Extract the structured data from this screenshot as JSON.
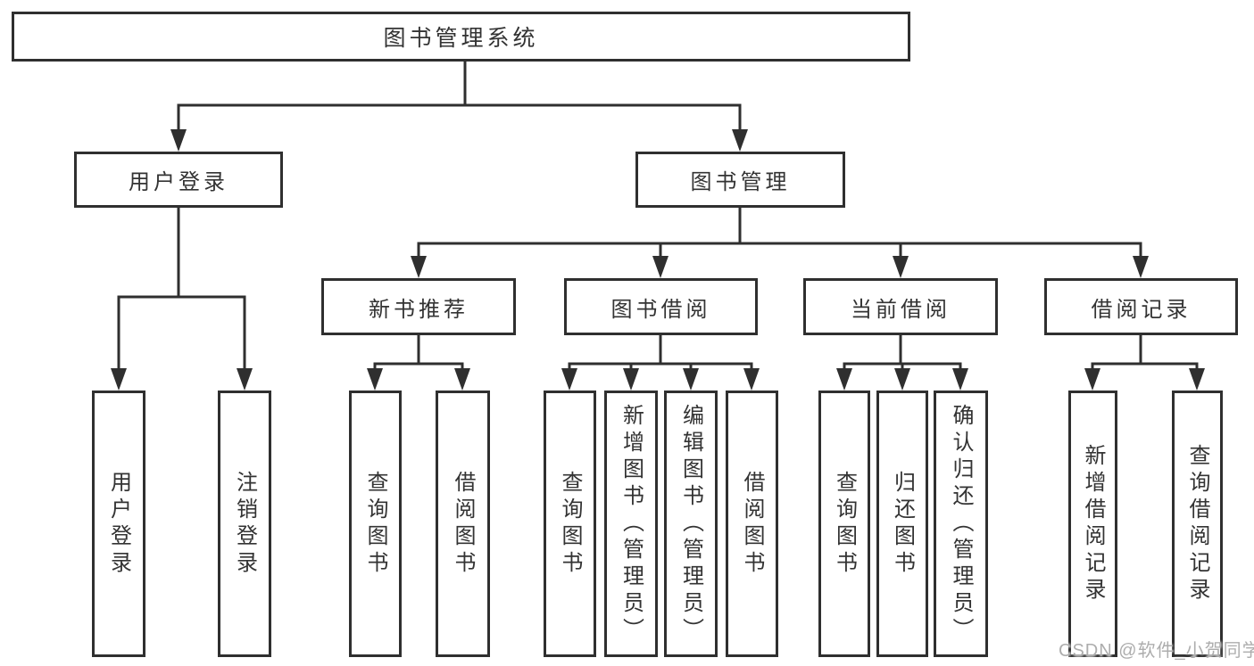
{
  "diagram_type": "hierarchy-tree",
  "title": "图书管理系统",
  "watermark": "CSDN @软件_小贺同学",
  "colors": {
    "line": "#2f2f2f",
    "border": "#2f2f2f",
    "text": "#333333",
    "background": "#ffffff",
    "watermark": "#adadad"
  },
  "tree": {
    "label": "图书管理系统",
    "children": [
      {
        "label": "用户登录",
        "children": [
          {
            "label": "用户登录"
          },
          {
            "label": "注销登录"
          }
        ]
      },
      {
        "label": "图书管理",
        "children": [
          {
            "label": "新书推荐",
            "children": [
              {
                "label": "查询图书"
              },
              {
                "label": "借阅图书"
              }
            ]
          },
          {
            "label": "图书借阅",
            "children": [
              {
                "label": "查询图书"
              },
              {
                "label": "新增图书（管理员）"
              },
              {
                "label": "编辑图书（管理员）"
              },
              {
                "label": "借阅图书"
              }
            ]
          },
          {
            "label": "当前借阅",
            "children": [
              {
                "label": "查询图书"
              },
              {
                "label": "归还图书"
              },
              {
                "label": "确认归还（管理员）"
              }
            ]
          },
          {
            "label": "借阅记录",
            "children": [
              {
                "label": "新增借阅记录"
              },
              {
                "label": "查询借阅记录"
              }
            ]
          }
        ]
      }
    ]
  }
}
